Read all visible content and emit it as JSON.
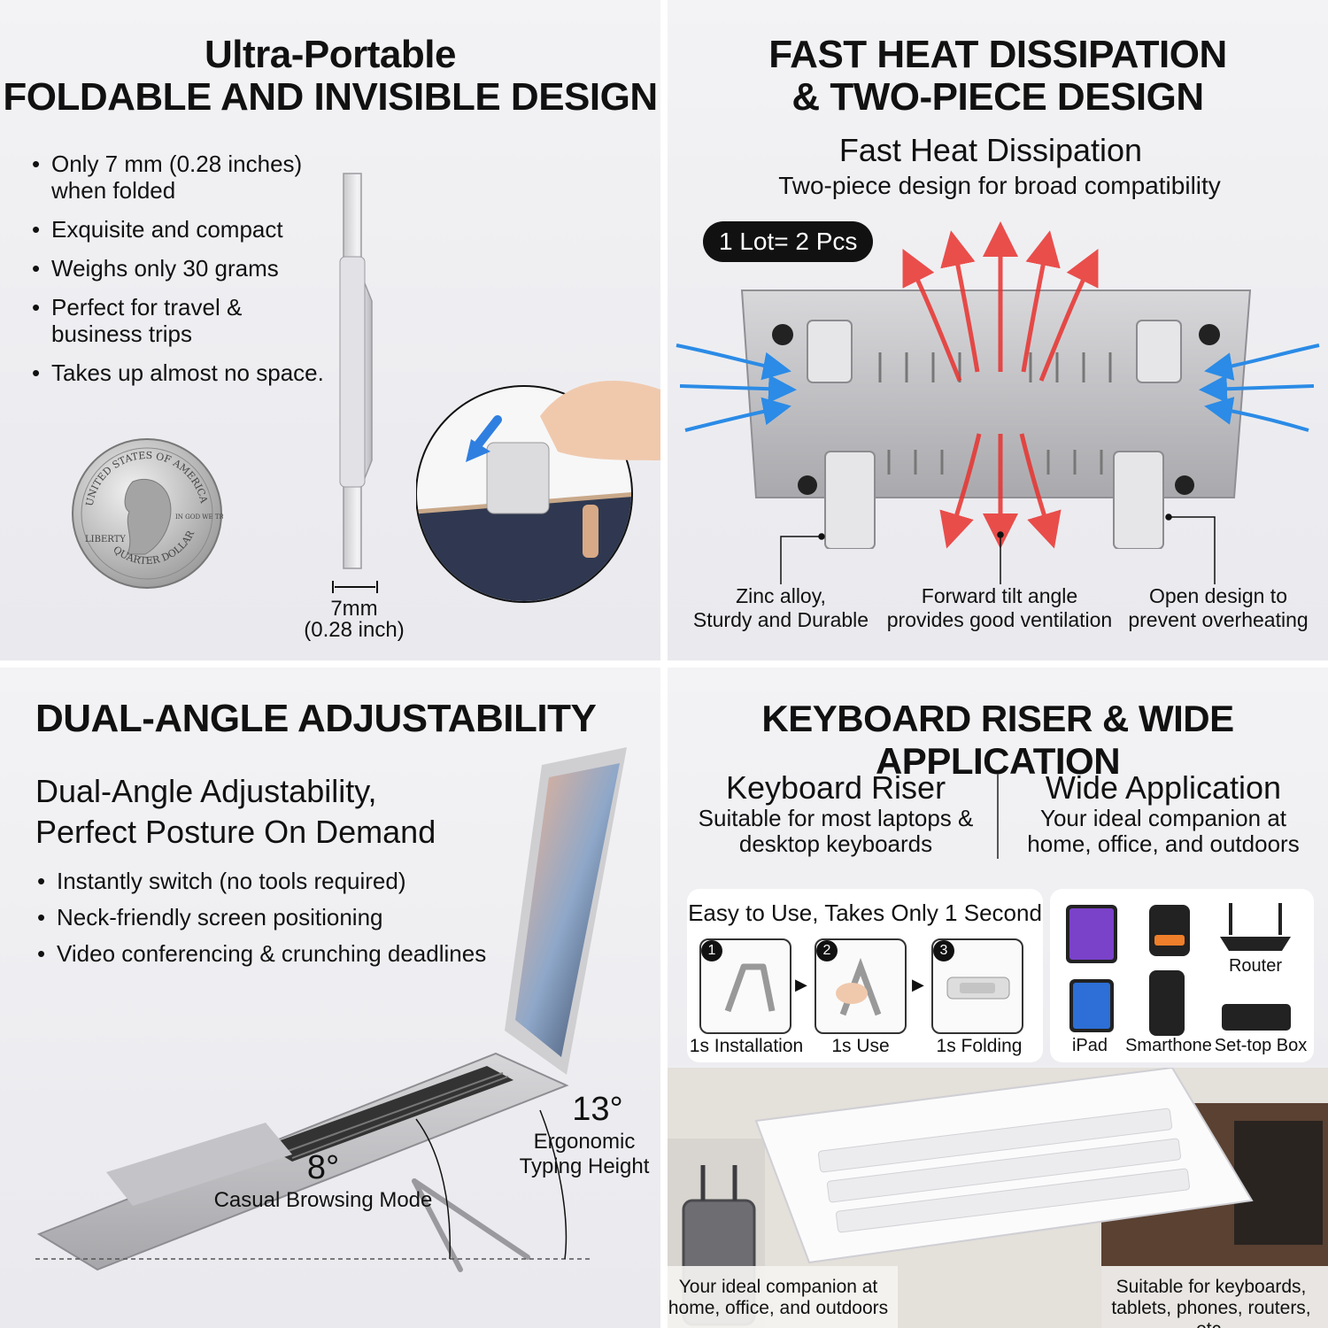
{
  "q1": {
    "title1": "Ultra-Portable",
    "title2": "FOLDABLE AND INVISIBLE DESIGN",
    "bullets": [
      "Only 7 mm (0.28 inches) when folded",
      "Exquisite and compact",
      "Weighs only 30 grams",
      "Perfect for travel & business trips",
      "Takes up almost no space."
    ],
    "measure1": "7mm",
    "measure2": "(0.28 inch)",
    "coin_top": "UNITED STATES OF AMERICA",
    "coin_bottom": "QUARTER DOLLAR",
    "coin_left": "LIBERTY",
    "coin_motto": "IN GOD WE TRUST"
  },
  "q2": {
    "title1": "FAST HEAT DISSIPATION",
    "title2": "& TWO-PIECE DESIGN",
    "subtitle": "Fast Heat Dissipation",
    "desc": "Two-piece design for broad compatibility",
    "pill": "1 Lot= 2 Pcs",
    "captions": [
      {
        "l1": "Zinc alloy,",
        "l2": "Sturdy and Durable"
      },
      {
        "l1": "Forward tilt angle",
        "l2": "provides good ventilation"
      },
      {
        "l1": "Open design to",
        "l2": "prevent overheating"
      }
    ]
  },
  "q3": {
    "title": "DUAL-ANGLE ADJUSTABILITY",
    "sub1": "Dual-Angle Adjustability,",
    "sub2": "Perfect Posture On Demand",
    "bullets": [
      "Instantly switch (no tools required)",
      "Neck-friendly screen positioning",
      "Video conferencing & crunching deadlines"
    ],
    "angle1": "8°",
    "angle1_label": "Casual Browsing Mode",
    "angle2": "13°",
    "angle2_l1": "Ergonomic",
    "angle2_l2": "Typing Height"
  },
  "q4": {
    "title": "KEYBOARD RISER & WIDE APPLICATION",
    "left_title": "Keyboard Riser",
    "left_l1": "Suitable for most laptops &",
    "left_l2": "desktop keyboards",
    "right_title": "Wide Application",
    "right_l1": "Your ideal companion at",
    "right_l2": "home, office, and outdoors",
    "steps_title": "Easy to Use, Takes Only 1 Second",
    "steps": [
      {
        "n": "1",
        "label": "1s Installation"
      },
      {
        "n": "2",
        "label": "1s Use"
      },
      {
        "n": "3",
        "label": "1s Folding"
      }
    ],
    "devices": [
      "Router",
      "iPad",
      "Smarthone",
      "Set-top Box"
    ],
    "bottom_left_l1": "Your ideal companion at",
    "bottom_left_l2": "home, office, and outdoors",
    "bottom_right_l1": "Suitable for keyboards,",
    "bottom_right_l2": "tablets, phones, routers, etc."
  }
}
